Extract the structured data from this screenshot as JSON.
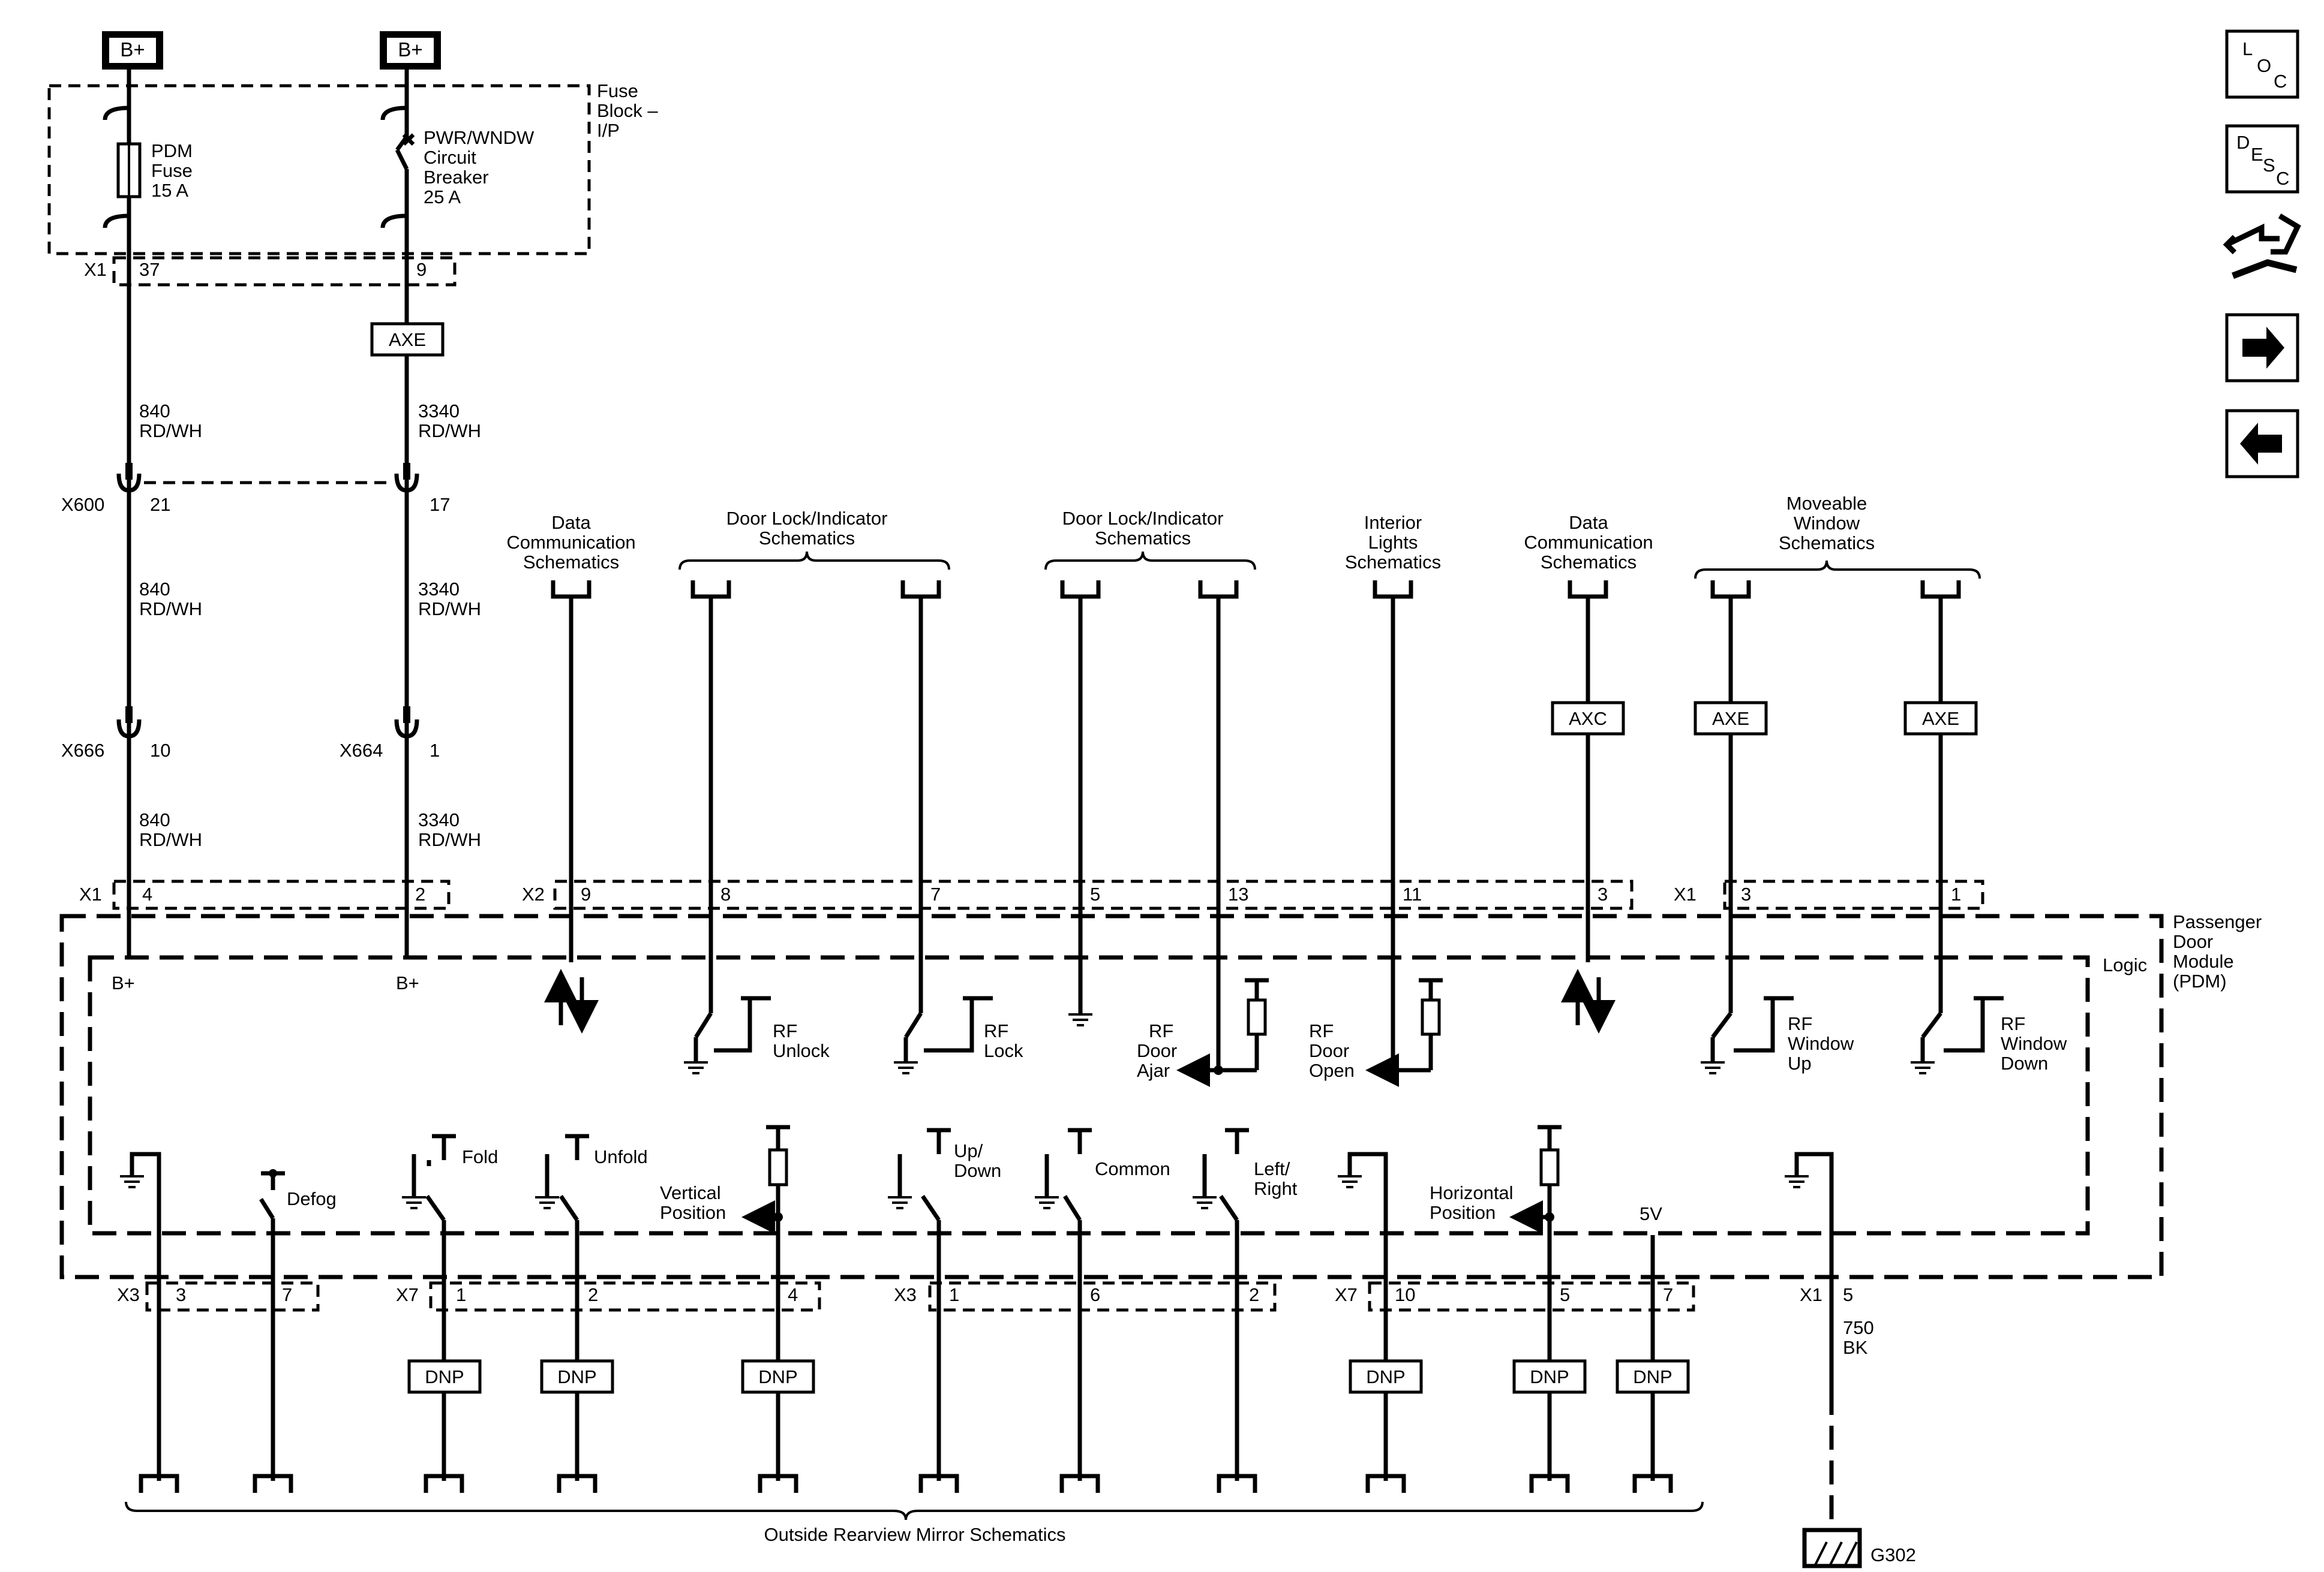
{
  "power": {
    "bplus": "B+"
  },
  "fuse_block": {
    "label_1": "Fuse",
    "label_2": "Block –",
    "label_3": "I/P"
  },
  "pdm_fuse": {
    "label_1": "PDM",
    "label_2": "Fuse",
    "label_3": "15 A"
  },
  "breaker": {
    "label_1": "PWR/WNDW",
    "label_2": "Circuit",
    "label_3": "Breaker",
    "label_4": "25 A"
  },
  "connectors": {
    "x1": "X1",
    "x2": "X2",
    "x3": "X3",
    "x7": "X7",
    "x600": "X600",
    "x666": "X666",
    "x664": "X664"
  },
  "pins": {
    "fb_37": "37",
    "fb_9": "9",
    "x600_21": "21",
    "x600_17": "17",
    "x666_10": "10",
    "x664_1": "1",
    "x1_4": "4",
    "x1_2": "2",
    "x2_9": "9",
    "x2_8": "8",
    "x2_7": "7",
    "x2_5": "5",
    "x2_13": "13",
    "x2_11": "11",
    "x2_3": "3",
    "x1b_3": "3",
    "x1b_1": "1",
    "x3_3": "3",
    "x3_7": "7",
    "x7_1": "1",
    "x7_2": "2",
    "x7_4": "4",
    "x3b_1": "1",
    "x3b_6": "6",
    "x3b_2": "2",
    "x7b_10": "10",
    "x7b_5": "5",
    "x7b_7": "7",
    "x1c_5": "5"
  },
  "wires": {
    "w840": "840",
    "w3340": "3340",
    "rdwh": "RD/WH",
    "w750": "750",
    "bk": "BK"
  },
  "options": {
    "axe": "AXE",
    "axc": "AXC",
    "dnp": "DNP"
  },
  "refs": {
    "data_comm_1": "Data",
    "data_comm_2": "Communication",
    "data_comm_3": "Schematics",
    "door_lock_1": "Door Lock/Indicator",
    "door_lock_2": "Schematics",
    "interior_1": "Interior",
    "interior_2": "Lights",
    "interior_3": "Schematics",
    "moveable_1": "Moveable",
    "moveable_2": "Window",
    "moveable_3": "Schematics",
    "mirror": "Outside Rearview Mirror Schematics"
  },
  "module": {
    "name_1": "Passenger",
    "name_2": "Door",
    "name_3": "Module",
    "name_4": "(PDM)",
    "logic": "Logic"
  },
  "signals": {
    "rf": "RF",
    "unlock": "Unlock",
    "lock": "Lock",
    "door": "Door",
    "ajar": "Ajar",
    "open": "Open",
    "window": "Window",
    "up": "Up",
    "down": "Down",
    "defog": "Defog",
    "fold": "Fold",
    "unfold": "Unfold",
    "vertical": "Vertical",
    "position": "Position",
    "up_slash": "Up/",
    "down_word": "Down",
    "common": "Common",
    "left_slash": "Left/",
    "right": "Right",
    "horizontal": "Horizontal",
    "v5": "5V"
  },
  "ground": {
    "g302": "G302"
  },
  "nav": {
    "loc_l": "L",
    "loc_o": "O",
    "loc_c": "C",
    "desc_d": "D",
    "desc_e": "E",
    "desc_s": "S",
    "desc_c": "C"
  }
}
